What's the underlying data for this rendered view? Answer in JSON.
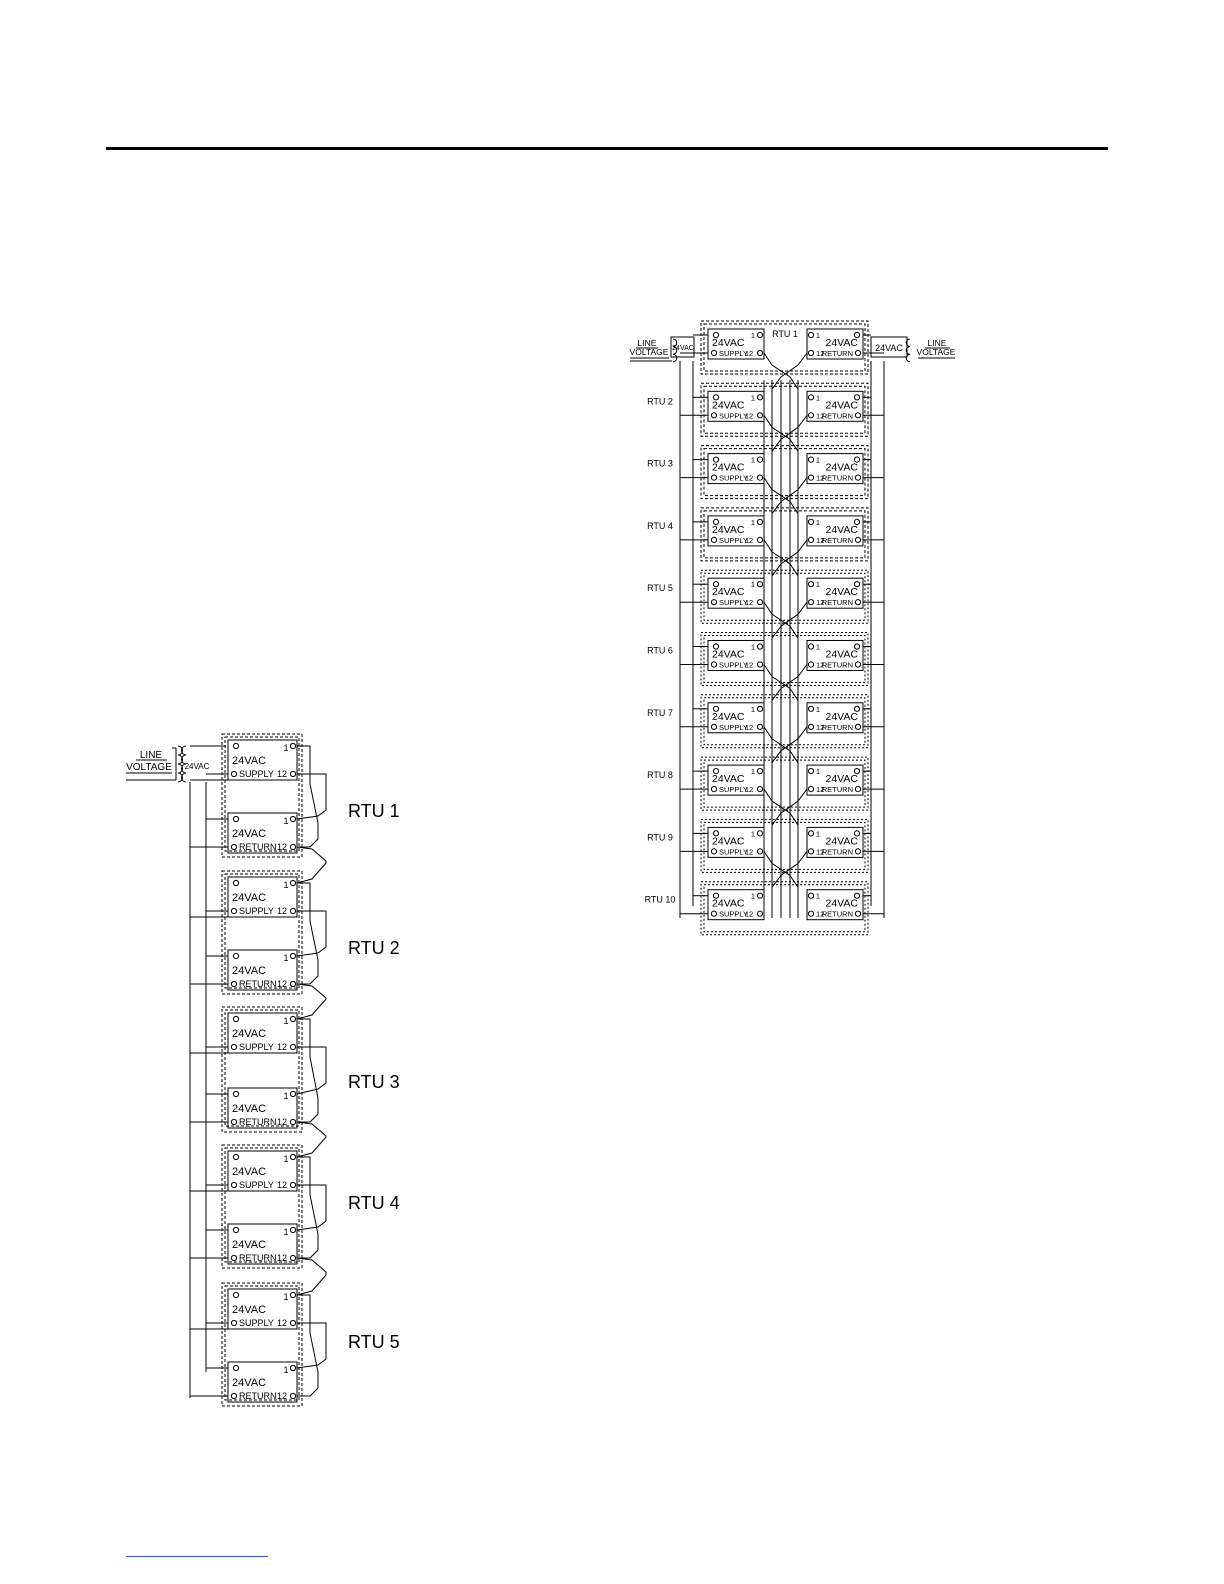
{
  "left": {
    "line_voltage": [
      "LINE",
      "VOLTAGE"
    ],
    "transformer_label": "24VAC",
    "units": [
      {
        "name": "RTU 1",
        "supply": "SUPPLY",
        "return": "RETURN"
      },
      {
        "name": "RTU 2",
        "supply": "SUPPLY",
        "return": "RETURN"
      },
      {
        "name": "RTU 3",
        "supply": "SUPPLY",
        "return": "RETURN"
      },
      {
        "name": "RTU 4",
        "supply": "SUPPLY",
        "return": "RETURN"
      },
      {
        "name": "RTU 5",
        "supply": "SUPPLY",
        "return": "RETURN"
      }
    ]
  },
  "right": {
    "line_voltage": [
      "LINE",
      "VOLTAGE"
    ],
    "transformer_label": "24VAC",
    "units": [
      "RTU 1",
      "RTU 2",
      "RTU 3",
      "RTU 4",
      "RTU 5",
      "RTU 6",
      "RTU 7",
      "RTU 8",
      "RTU 9",
      "RTU 10"
    ],
    "supply_label": "SUPPLY",
    "return_label": "RETURN"
  },
  "module": {
    "voltage": "24VAC",
    "terminal_1": "1",
    "terminal_12": "12"
  }
}
